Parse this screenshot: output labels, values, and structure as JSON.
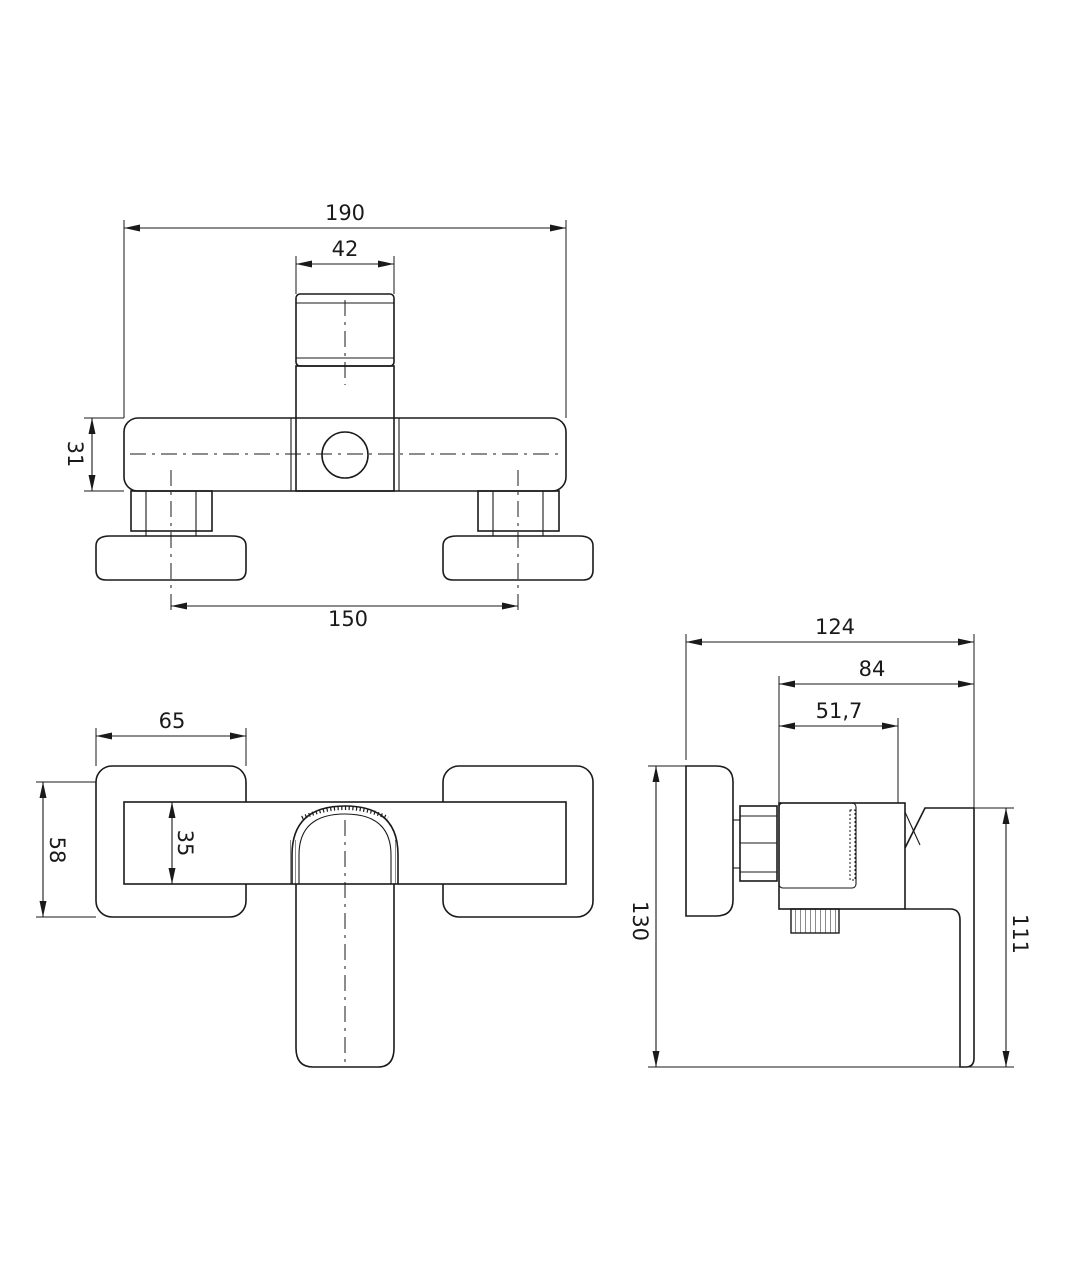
{
  "views": {
    "top": {
      "dimensions": {
        "overall_width": "190",
        "cartridge_width": "42",
        "body_height": "31",
        "connection_spacing": "150"
      }
    },
    "front": {
      "dimensions": {
        "flange_width": "65",
        "flange_height": "58",
        "body_height": "35"
      }
    },
    "side": {
      "dimensions": {
        "overall_depth": "124",
        "body_depth": "84",
        "connection_depth": "51,7",
        "overall_height": "130",
        "lever_height": "111"
      }
    }
  }
}
